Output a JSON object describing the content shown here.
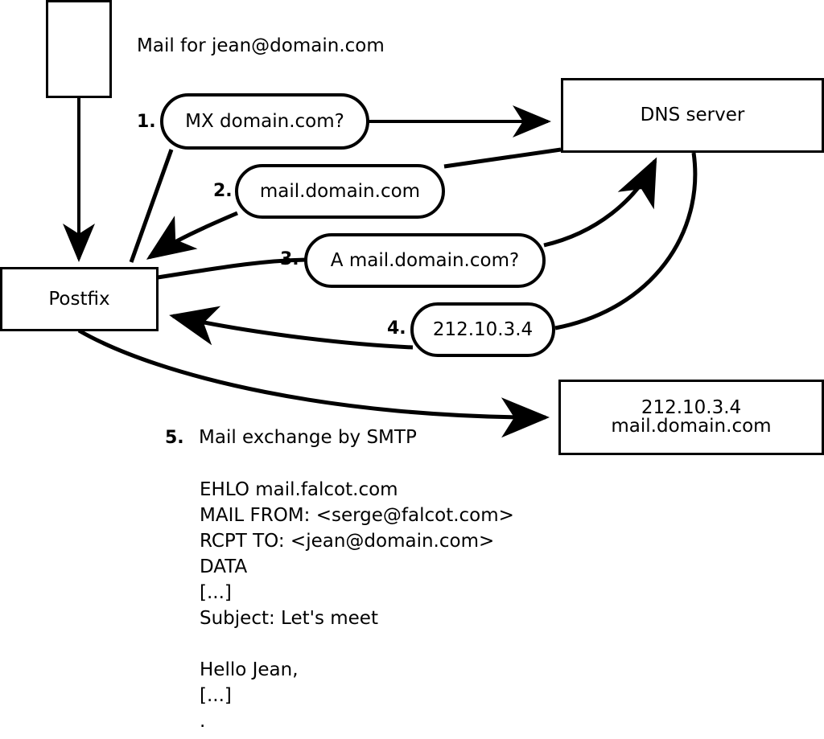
{
  "diagram": {
    "heading": "Mail for jean@domain.com",
    "nodes": {
      "client": {
        "label": ""
      },
      "postfix": {
        "label": "Postfix"
      },
      "dns": {
        "label": "DNS server"
      },
      "mailserver": {
        "line1": "212.10.3.4",
        "line2": "mail.domain.com"
      }
    },
    "steps": [
      {
        "num": "1.",
        "label": "MX domain.com?"
      },
      {
        "num": "2.",
        "label": "mail.domain.com"
      },
      {
        "num": "3.",
        "label": "A mail.domain.com?"
      },
      {
        "num": "4.",
        "label": "212.10.3.4"
      }
    ],
    "step5": {
      "num": "5.",
      "label": "Mail exchange by SMTP"
    },
    "smtp_transcript": [
      "EHLO mail.falcot.com",
      "MAIL FROM: <serge@falcot.com>",
      "RCPT TO: <jean@domain.com>",
      "DATA",
      "[...]",
      "Subject: Let's meet",
      "",
      "Hello Jean,",
      "[...]",
      "."
    ],
    "colors": {
      "stroke": "#000000",
      "background": "#ffffff"
    }
  }
}
